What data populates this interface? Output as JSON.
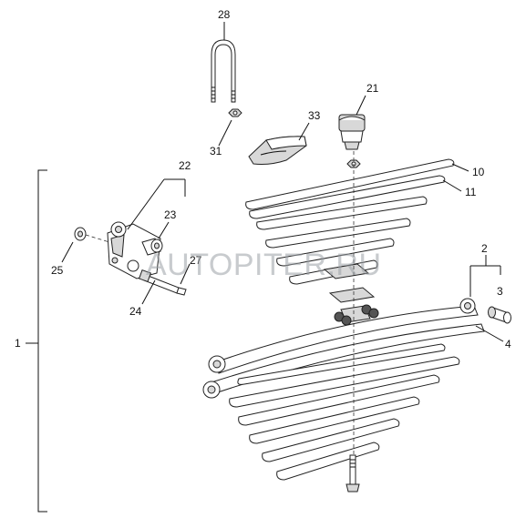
{
  "callouts": {
    "c1": "1",
    "c2": "2",
    "c3": "3",
    "c4": "4",
    "c10": "10",
    "c11": "11",
    "c21": "21",
    "c22": "22",
    "c23": "23",
    "c24": "24",
    "c25": "25",
    "c27": "27",
    "c28": "28",
    "c31": "31",
    "c33": "33"
  },
  "watermark": "AUTOPITER.RU"
}
